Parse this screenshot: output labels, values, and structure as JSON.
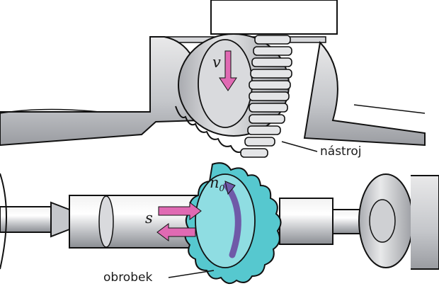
{
  "labels": {
    "tool": "nástroj",
    "workpiece": "obrobek",
    "velocity_symbol": "v",
    "feed_symbol": "s",
    "rotation_symbol": "n",
    "rotation_subscript": "0"
  },
  "colors": {
    "tool_steel": "#c9cbcf",
    "workpiece": "#56c8cf",
    "arrow": "#e06ab3",
    "rotation_arrow": "#6f5aa8",
    "outline": "#111111"
  },
  "icons": [
    "velocity-arrow-icon",
    "feed-arrows-icon",
    "rotation-arrow-icon"
  ]
}
